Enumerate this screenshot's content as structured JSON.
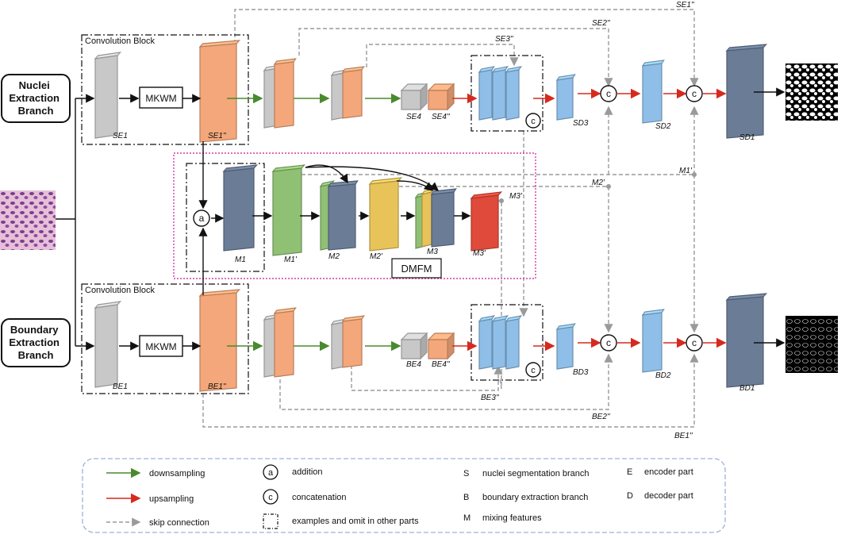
{
  "title_left_top": "Nuclei\nExtraction\nBranch",
  "title_left_bottom": "Boundary\nExtraction\nBranch",
  "blocks": {
    "conv_top": "Convolution Block",
    "conv_bottom": "Convolution Block",
    "mkwm_top": "MKWM",
    "mkwm_bottom": "MKWM",
    "dmfm": "DMFM"
  },
  "labels": {
    "se1": "SE1",
    "se1pp": "SE1''",
    "se4": "SE4",
    "se4pp": "SE4''",
    "sd3": "SD3",
    "sd2": "SD2",
    "sd1": "SD1",
    "se1pp_top": "SE1''",
    "se2pp_top": "SE2''",
    "se3pp_top": "SE3''",
    "m1": "M1",
    "m1p": "M1'",
    "m2": "M2",
    "m2p": "M2'",
    "m3": "M3",
    "m3p": "M3'",
    "m1p_r": "M1'",
    "m2p_r": "M2'",
    "m3p_r": "M3'",
    "be1": "BE1",
    "be1pp": "BE1''",
    "be4": "BE4",
    "be4pp": "BE4''",
    "bd3": "BD3",
    "bd2": "BD2",
    "bd1": "BD1",
    "be3pp": "BE3''",
    "be2pp": "BE2''",
    "be1pp_b": "BE1''"
  },
  "ops": {
    "a": "a",
    "c": "c"
  },
  "legend": {
    "downsampling": "downsampling",
    "upsampling": "upsampling",
    "skip": "skip connection",
    "addition": "addition",
    "concat": "concatenation",
    "dashbox": "examples and omit in other parts",
    "S_key": "S",
    "S_desc": "nuclei segmentation branch",
    "B_key": "B",
    "B_desc": "boundary extraction branch",
    "M_key": "M",
    "M_desc": "mixing features",
    "E_key": "E",
    "E_desc": "encoder part",
    "D_key": "D",
    "D_desc": "decoder part"
  },
  "colors": {
    "gray": "#c8c8c8",
    "orange": "#f4a77a",
    "blue": "#8fbfe8",
    "navy": "#6b7c96",
    "green": "#8fc074",
    "yellow": "#e8c35a",
    "red": "#e04a3a",
    "down": "#4a8a2e",
    "up": "#d62a1e",
    "skip": "#9a9a9a",
    "pink": "#d63aa8"
  }
}
